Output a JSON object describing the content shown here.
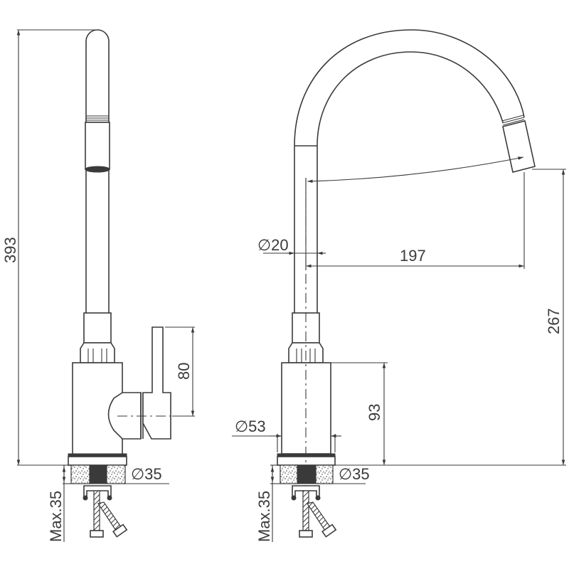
{
  "drawing": {
    "title": "Kitchen faucet dimension drawing",
    "line_color": "#3a3a3a",
    "background": "#ffffff",
    "side_view": {
      "dimensions": {
        "overall_height": "393",
        "handle_height": "80",
        "deck_hole_diameter": "∅35",
        "max_deck_thickness": "Max.35"
      }
    },
    "front_view": {
      "dimensions": {
        "tube_diameter": "∅20",
        "spout_reach": "197",
        "spout_height": "267",
        "body_height": "93",
        "body_diameter": "∅53",
        "deck_hole_diameter": "∅35",
        "max_deck_thickness": "Max.35"
      }
    }
  }
}
